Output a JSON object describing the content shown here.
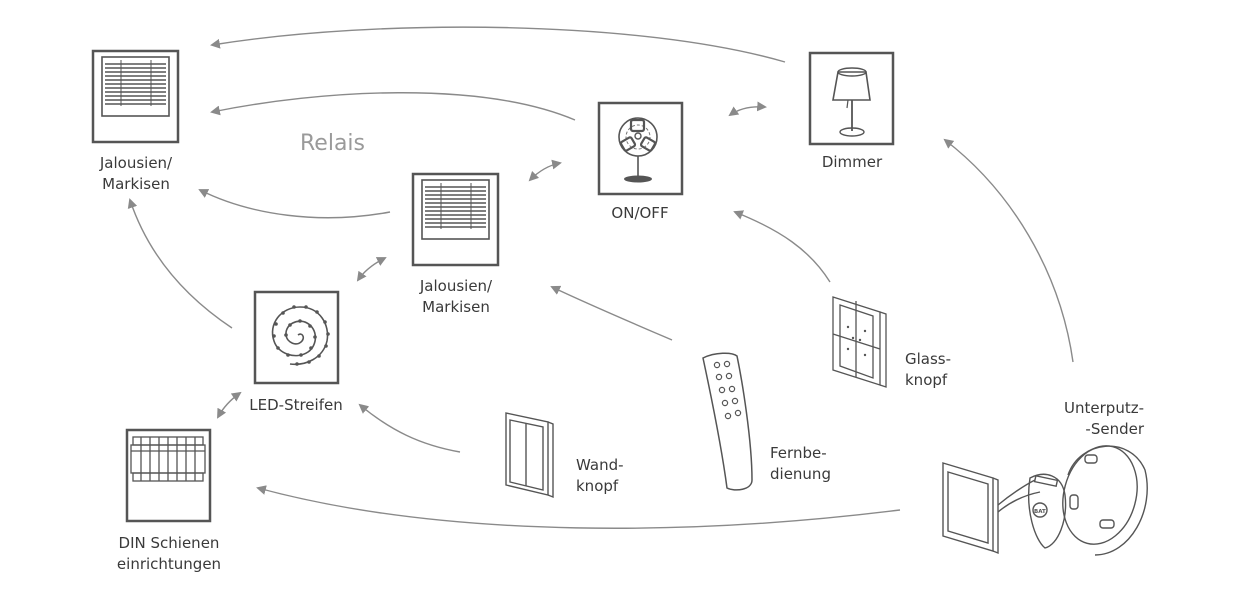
{
  "diagram": {
    "group_label": "Relais",
    "colors": {
      "stroke": "#555555",
      "arrow": "#8a8a8a",
      "text": "#3a3a3a",
      "group_text": "#9a9a9a"
    },
    "receivers": [
      {
        "id": "jalousien_top",
        "icon": "blinds-icon",
        "label_line1": "Jalousien/",
        "label_line2": "Markisen"
      },
      {
        "id": "on_off",
        "icon": "fan-icon",
        "label_line1": "ON/OFF"
      },
      {
        "id": "dimmer",
        "icon": "lamp-icon",
        "label_line1": "Dimmer"
      },
      {
        "id": "jalousien_mid",
        "icon": "blinds-icon",
        "label_line1": "Jalousien/",
        "label_line2": "Markisen"
      },
      {
        "id": "led",
        "icon": "led-strip-spiral-icon",
        "label_line1": "LED-Streifen"
      },
      {
        "id": "din",
        "icon": "din-rail-icon",
        "label_line1": "DIN Schienen",
        "label_line2": "einrichtungen"
      }
    ],
    "transmitters": [
      {
        "id": "wandknopf",
        "icon": "wall-switch-icon",
        "label_line1": "Wand-",
        "label_line2": "knopf"
      },
      {
        "id": "fernbedienung",
        "icon": "remote-control-icon",
        "label_line1": "Fernbe-",
        "label_line2": "dienung"
      },
      {
        "id": "glassknopf",
        "icon": "glass-switch-icon",
        "label_line1": "Glass-",
        "label_line2": "knopf"
      },
      {
        "id": "unterputz",
        "icon": "flush-mounted-transmitter-icon",
        "label_line1": "Unterputz-",
        "label_line2": "-Sender",
        "badge": "BAT"
      }
    ]
  }
}
